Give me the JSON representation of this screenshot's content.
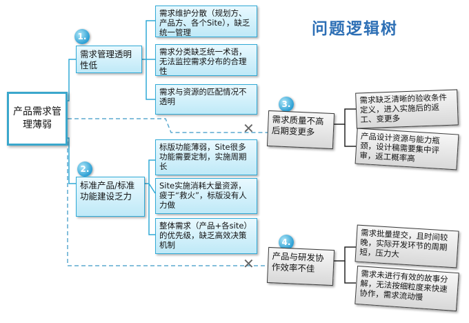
{
  "title": "问题逻辑树",
  "root": "产品需求管理薄弱",
  "branches": [
    {
      "badge": "1.",
      "label": "需求管理透明性低",
      "items": [
        "需求维护分散（规划方、产品方、各个Site），缺乏统一管理",
        "需求分类缺乏统一术语，无法监控需求分布的合理性",
        "需求与资源的匹配情况不透明"
      ]
    },
    {
      "badge": "2.",
      "label": "标准产品/标准功能建设乏力",
      "items": [
        "标版功能薄弱，Site很多功能需要定制，实施周期长",
        "Site实施消耗大量资源，疲于“救火”，标版没有人力做",
        "整体需求（产品+各site）的优先级，缺乏高效决策机制"
      ]
    },
    {
      "badge": "3.",
      "label": "需求质量不高后期变更多",
      "items": [
        "需求缺乏清晰的验收条件定义，进入实施后的返工、变更多",
        "产品设计资源与能力瓶颈，设计稿需要集中评审，返工概率高"
      ]
    },
    {
      "badge": "4.",
      "label": "产品与研发协作效率不佳",
      "items": [
        "需求批量提交，且时间较晚，实际开发环节的周期短，压力大",
        "需求未进行有效的故事分解，无法按细粒度来快速协作，需求流动慢"
      ]
    }
  ],
  "colors": {
    "accent": "#2fa9d6",
    "title": "#2d6fb5",
    "dashed": "#5aa9cf",
    "greyBorder": "#3a3a3a"
  },
  "icons": {
    "cut": "x-mark-icon",
    "badge": "numbered-circle-icon"
  }
}
